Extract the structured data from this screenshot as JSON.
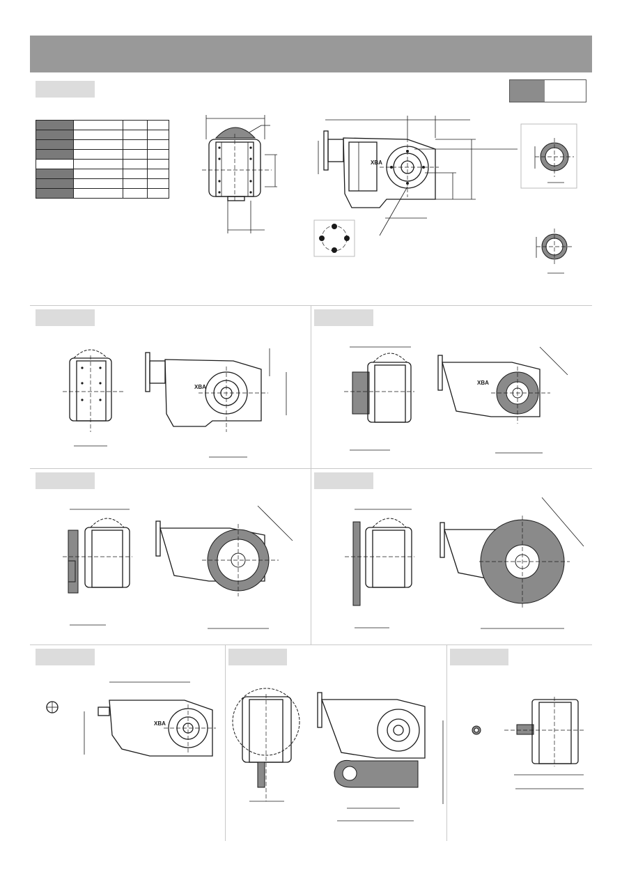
{
  "header": {
    "title": ""
  },
  "sections": [
    {
      "id": "standard",
      "label": ""
    },
    {
      "id": "option-1",
      "label": ""
    },
    {
      "id": "option-2",
      "label": ""
    },
    {
      "id": "option-3",
      "label": ""
    },
    {
      "id": "option-4",
      "label": ""
    },
    {
      "id": "option-5",
      "label": ""
    },
    {
      "id": "option-6",
      "label": ""
    },
    {
      "id": "option-7",
      "label": ""
    }
  ],
  "brand_mark": "XBA",
  "colors": {
    "header": "#999999",
    "tab": "#dcdcdc",
    "accent_gray": "#8a8a8a",
    "outline": "#1a1a1a"
  }
}
